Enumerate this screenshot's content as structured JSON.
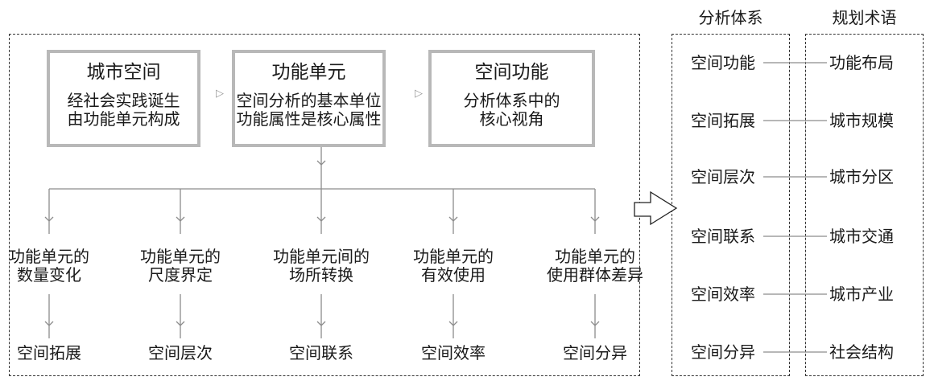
{
  "top_flow": [
    {
      "title": "城市空间",
      "desc": [
        "经社会实践诞生",
        "由功能单元构成"
      ]
    },
    {
      "title": "功能单元",
      "desc": [
        "空间分析的基本单位",
        "功能属性是核心属性"
      ]
    },
    {
      "title": "空间功能",
      "desc": [
        "分析体系中的",
        "核心视角"
      ]
    }
  ],
  "branches": [
    {
      "label": [
        "功能单元的",
        "数量变化"
      ],
      "result": "空间拓展"
    },
    {
      "label": [
        "功能单元的",
        "尺度界定"
      ],
      "result": "空间层次"
    },
    {
      "label": [
        "功能单元间的",
        "场所转换"
      ],
      "result": "空间联系"
    },
    {
      "label": [
        "功能单元的",
        "有效使用"
      ],
      "result": "空间效率"
    },
    {
      "label": [
        "功能单元的",
        "使用群体差异"
      ],
      "result": "空间分异"
    }
  ],
  "columns": {
    "analysis_header": "分析体系",
    "planning_header": "规划术语"
  },
  "mapping": [
    {
      "analysis": "空间功能",
      "planning": "功能布局"
    },
    {
      "analysis": "空间拓展",
      "planning": "城市规模"
    },
    {
      "analysis": "空间层次",
      "planning": "城市分区"
    },
    {
      "analysis": "空间联系",
      "planning": "城市交通"
    },
    {
      "analysis": "空间效率",
      "planning": "城市产业"
    },
    {
      "analysis": "空间分异",
      "planning": "社会结构"
    }
  ],
  "icons": {
    "flow_arrow": "▷"
  },
  "colors": {
    "box_border": "#b8b8b8",
    "connector": "#8c8c8c",
    "frame": "#333333"
  }
}
